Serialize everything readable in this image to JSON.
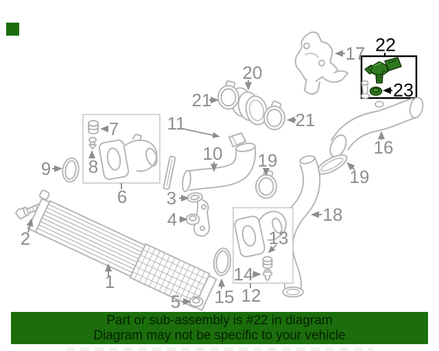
{
  "banner": {
    "line1": "Part or sub-assembly is #22 in diagram",
    "line2": "Diagram may not be specific to your vehicle"
  },
  "callouts": {
    "p1": "1",
    "p2": "2",
    "p3": "3",
    "p4": "4",
    "p5": "5",
    "p6": "6",
    "p7": "7",
    "p8": "8",
    "p9": "9",
    "p10": "10",
    "p11": "11",
    "p12": "12",
    "p13": "13",
    "p14": "14",
    "p15": "15",
    "p16": "16",
    "p17": "17",
    "p18": "18",
    "p19_center": "19",
    "p19_right": "19",
    "p20": "20",
    "p21_left": "21",
    "p21_right": "21",
    "p22": "22",
    "p23": "23"
  },
  "colors": {
    "banner_green": "#1b6e0b",
    "legend_swatch_green": "#1b6e0b",
    "highlighted_part_green": "#2e7a1e",
    "diagram_line_gray": "#b5b5b5",
    "callout_label_gray": "#8e8e8e",
    "highlight_box_border": "#000000",
    "banner_text": "#062102"
  }
}
